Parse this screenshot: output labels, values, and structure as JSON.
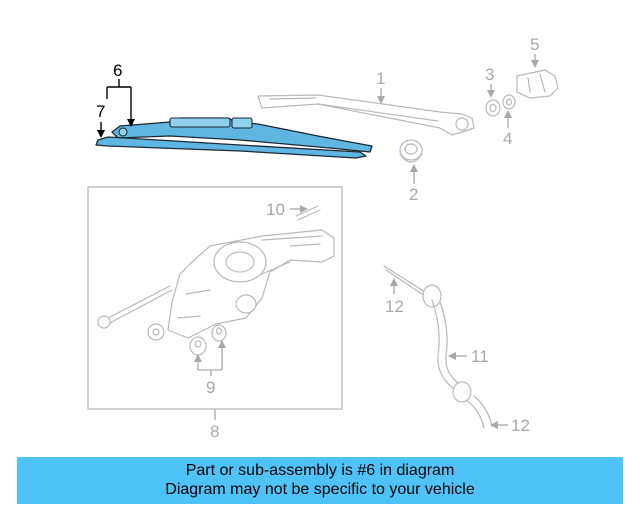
{
  "callouts": {
    "c1": "1",
    "c2": "2",
    "c3": "3",
    "c4": "4",
    "c5": "5",
    "c6": "6",
    "c7": "7",
    "c8": "8",
    "c9": "9",
    "c10": "10",
    "c11": "11",
    "c12a": "12",
    "c12b": "12"
  },
  "banner": {
    "line1": "Part or sub-assembly is #6 in diagram",
    "line2": "Diagram may not be specific to your vehicle"
  },
  "colors": {
    "highlight": "#5fb6e0",
    "banner": "#4fc3f7",
    "part_line": "#b9b9b9"
  }
}
